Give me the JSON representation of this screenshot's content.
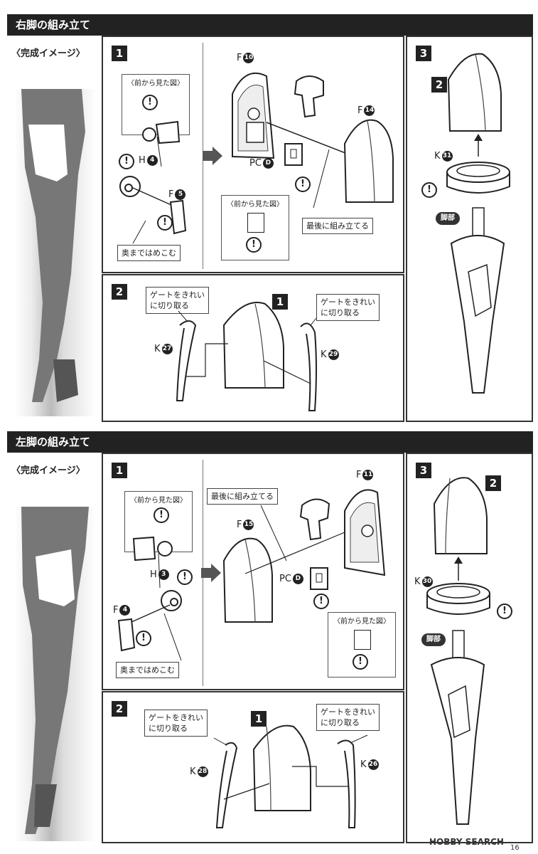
{
  "right_section": {
    "header": "右脚の組み立て",
    "image_title": "〈完成イメージ〉",
    "step1": {
      "number": "1",
      "front_view": "〈前から見た図〉",
      "front_view_pc": "〈前から見た図〉",
      "part_h": "H",
      "part_h_num": "4",
      "part_f_small": "F",
      "part_f_small_num": "5",
      "part_f_back": "F",
      "part_f_back_num": "10",
      "part_f_shell": "F",
      "part_f_shell_num": "14",
      "part_pc": "PC",
      "part_pc_num": "D",
      "note_push": "奥まではめこむ",
      "note_last": "最後に組み立てる"
    },
    "step2": {
      "number": "2",
      "ref_num": "1",
      "gate_left": [
        "ゲートをきれい",
        "に切り取る"
      ],
      "gate_right": [
        "ゲートをきれい",
        "に切り取る"
      ],
      "part_k_left": "K",
      "part_k_left_num": "27",
      "part_k_right": "K",
      "part_k_right_num": "29"
    },
    "step3": {
      "number": "3",
      "ref_num": "2",
      "part_k": "K",
      "part_k_num": "31",
      "leg_label": "脚部"
    }
  },
  "left_section": {
    "header": "左脚の組み立て",
    "image_title": "〈完成イメージ〉",
    "step1": {
      "number": "1",
      "front_view": "〈前から見た図〉",
      "front_view_pc": "〈前から見た図〉",
      "part_h": "H",
      "part_h_num": "3",
      "part_f_small": "F",
      "part_f_small_num": "4",
      "part_f_back": "F",
      "part_f_back_num": "11",
      "part_f_shell": "F",
      "part_f_shell_num": "15",
      "part_pc": "PC",
      "part_pc_num": "D",
      "note_push": "奥まではめこむ",
      "note_last": "最後に組み立てる"
    },
    "step2": {
      "number": "2",
      "ref_num": "1",
      "gate_left": [
        "ゲートをきれい",
        "に切り取る"
      ],
      "gate_right": [
        "ゲートをきれい",
        "に切り取る"
      ],
      "part_k_left": "K",
      "part_k_left_num": "28",
      "part_k_right": "K",
      "part_k_right_num": "26"
    },
    "step3": {
      "number": "3",
      "ref_num": "2",
      "part_k": "K",
      "part_k_num": "30",
      "leg_label": "脚部"
    }
  },
  "exclamation": "!",
  "watermark": "HOBBY SEARCH",
  "page_number": "16"
}
